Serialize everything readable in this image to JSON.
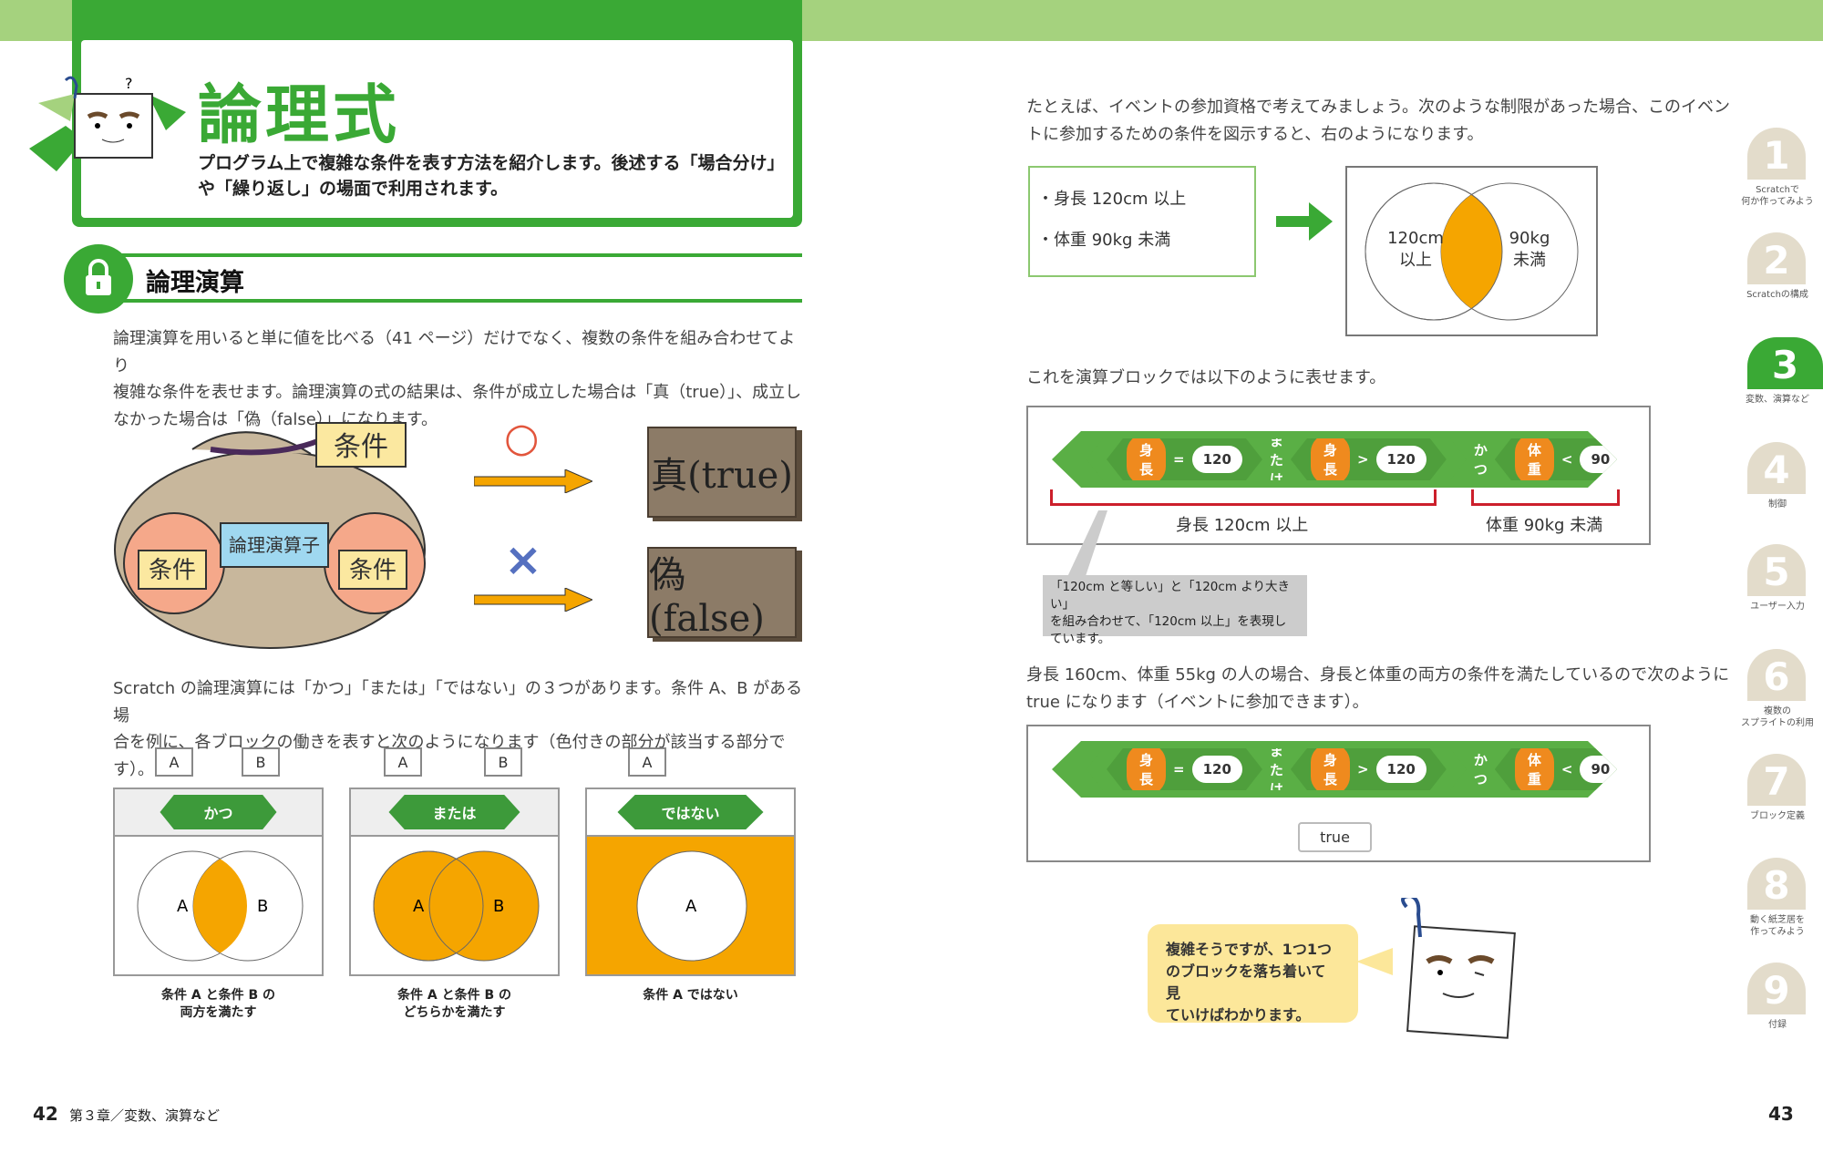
{
  "header": {
    "title": "論理式",
    "subtitle_lines": [
      "プログラム上で複雑な条件を表す方法を紹介します。後述する「場合分け」",
      "や「繰り返し」の場面で利用されます。"
    ]
  },
  "section": {
    "title": "論理演算"
  },
  "intro": [
    "論理演算を用いると単に値を比べる（41 ページ）だけでなく、複数の条件を組み合わせてより",
    "複雑な条件を表せます。論理演算の式の結果は、条件が成立した場合は「真（true）」、成立し",
    "なかった場合は「偽（false）」になります。"
  ],
  "illustration": {
    "tag": "条件",
    "op": "論理演算子",
    "left": "条件",
    "right": "条件",
    "circle": "○",
    "cross": "×",
    "true_label": "真(true)",
    "false_label": "偽(false)"
  },
  "para2": [
    "Scratch の論理演算には「かつ」「または」「ではない」の３つがあります。条件 A、B がある場",
    "合を例に、各ブロックの働きを表すと次のようになります（色付きの部分が該当する部分です）。"
  ],
  "panels": [
    {
      "op": "かつ",
      "labels": [
        "A",
        "B"
      ],
      "caption": [
        "条件 A と条件 B の",
        "両方を満たす"
      ]
    },
    {
      "op": "または",
      "labels": [
        "A",
        "B"
      ],
      "caption": [
        "条件 A と条件 B の",
        "どちらかを満たす"
      ]
    },
    {
      "op": "ではない",
      "labels": [
        "A"
      ],
      "caption": [
        "条件 A ではない"
      ]
    }
  ],
  "right": {
    "intro": [
      "たとえば、イベントの参加資格で考えてみましょう。次のような制限があった場合、このイベン",
      "トに参加するための条件を図示すると、右のようになります。"
    ],
    "conditions": [
      "・身長 120cm 以上",
      "・体重 90kg 未満"
    ],
    "venn": {
      "left": [
        "120cm",
        "以上"
      ],
      "right": [
        "90kg",
        "未満"
      ]
    },
    "block_intro": "これを演算ブロックでは以下のように表せます。",
    "block": {
      "v1": "身長",
      "op1": "=",
      "n1": "120",
      "or": "または",
      "v2": "身長",
      "op2": ">",
      "n2": "120",
      "and": "かつ",
      "v3": "体重",
      "op3": "<",
      "n3": "90"
    },
    "bracket_labels": [
      "身長 120cm 以上",
      "体重 90kg 未満"
    ],
    "note": [
      "「120cm と等しい」と「120cm より大きい」",
      "を組み合わせて、「120cm 以上」を表現し",
      "ています。"
    ],
    "para": [
      "身長 160cm、体重 55kg の人の場合、身長と体重の両方の条件を満たしているので次のように",
      "true になります（イベントに参加できます）。"
    ],
    "result": "true",
    "bubble": [
      "複雑そうですが、1つ1つ",
      "のブロックを落ち着いて見",
      "ていけばわかります。"
    ]
  },
  "tabs": [
    {
      "n": "1",
      "label": [
        "Scratchで",
        "何か作ってみよう"
      ]
    },
    {
      "n": "2",
      "label": [
        "Scratchの構成"
      ]
    },
    {
      "n": "3",
      "label": [
        "変数、演算など"
      ],
      "active": true
    },
    {
      "n": "4",
      "label": [
        "制御"
      ]
    },
    {
      "n": "5",
      "label": [
        "ユーザー入力"
      ]
    },
    {
      "n": "6",
      "label": [
        "複数の",
        "スプライトの利用"
      ]
    },
    {
      "n": "7",
      "label": [
        "ブロック定義"
      ]
    },
    {
      "n": "8",
      "label": [
        "動く紙芝居を",
        "作ってみよう"
      ]
    },
    {
      "n": "9",
      "label": [
        "付録"
      ]
    }
  ],
  "footer": {
    "left_page": "42",
    "chapter": "第３章／変数、演算など",
    "right_page": "43"
  },
  "colors": {
    "green": "#3aa935",
    "orange": "#f5a500",
    "block_green": "#5aaf45"
  }
}
